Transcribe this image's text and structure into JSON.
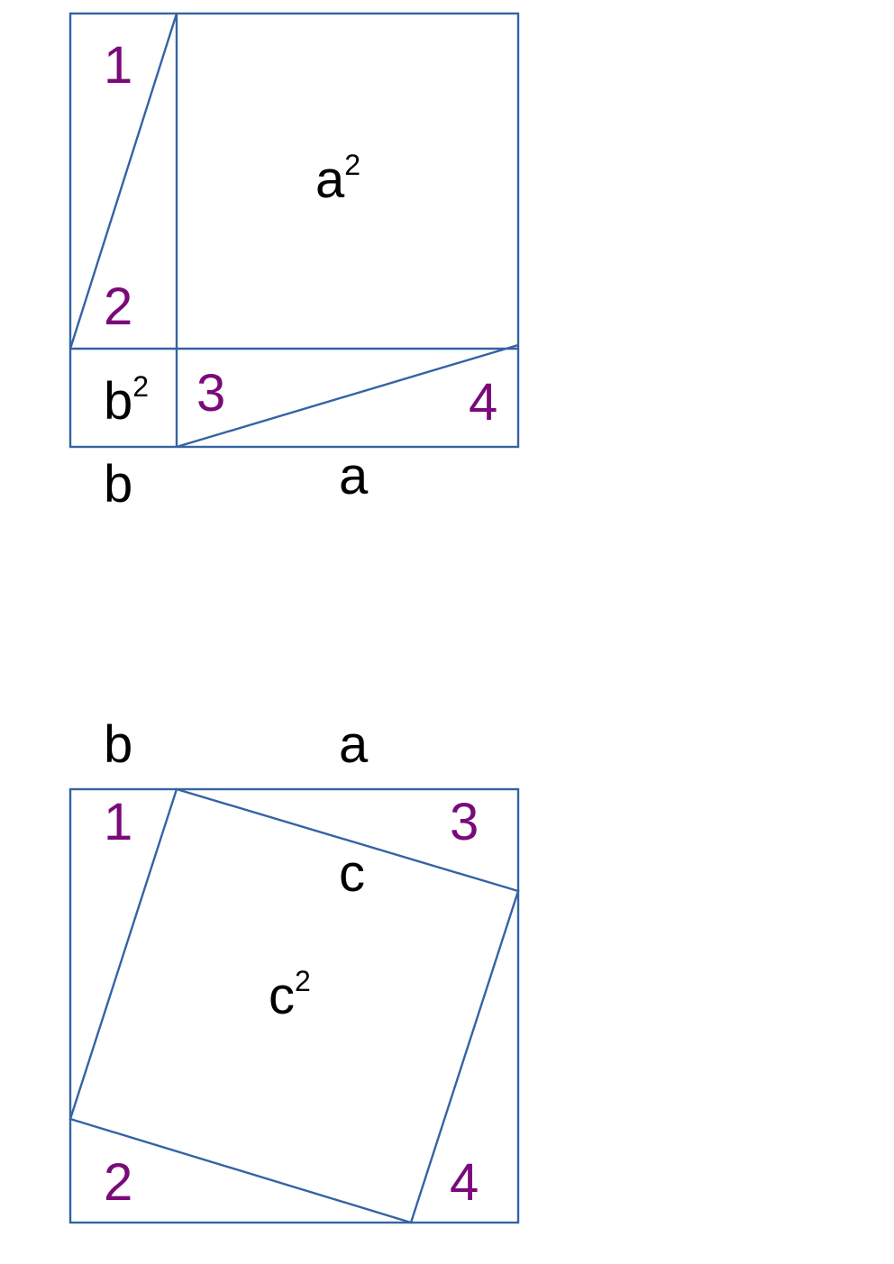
{
  "colors": {
    "line": "#3563a3",
    "number": "#7a0a7a",
    "text": "#000000"
  },
  "top_figure": {
    "numbers": {
      "n1": "1",
      "n2": "2",
      "n3": "3",
      "n4": "4"
    },
    "area_a": {
      "base": "a",
      "exp": "2"
    },
    "area_b": {
      "base": "b",
      "exp": "2"
    },
    "side_b": "b",
    "side_a": "a"
  },
  "bottom_figure": {
    "side_b": "b",
    "side_a": "a",
    "numbers": {
      "n1": "1",
      "n2": "2",
      "n3": "3",
      "n4": "4"
    },
    "hypotenuse": "c",
    "area_c": {
      "base": "c",
      "exp": "2"
    }
  }
}
